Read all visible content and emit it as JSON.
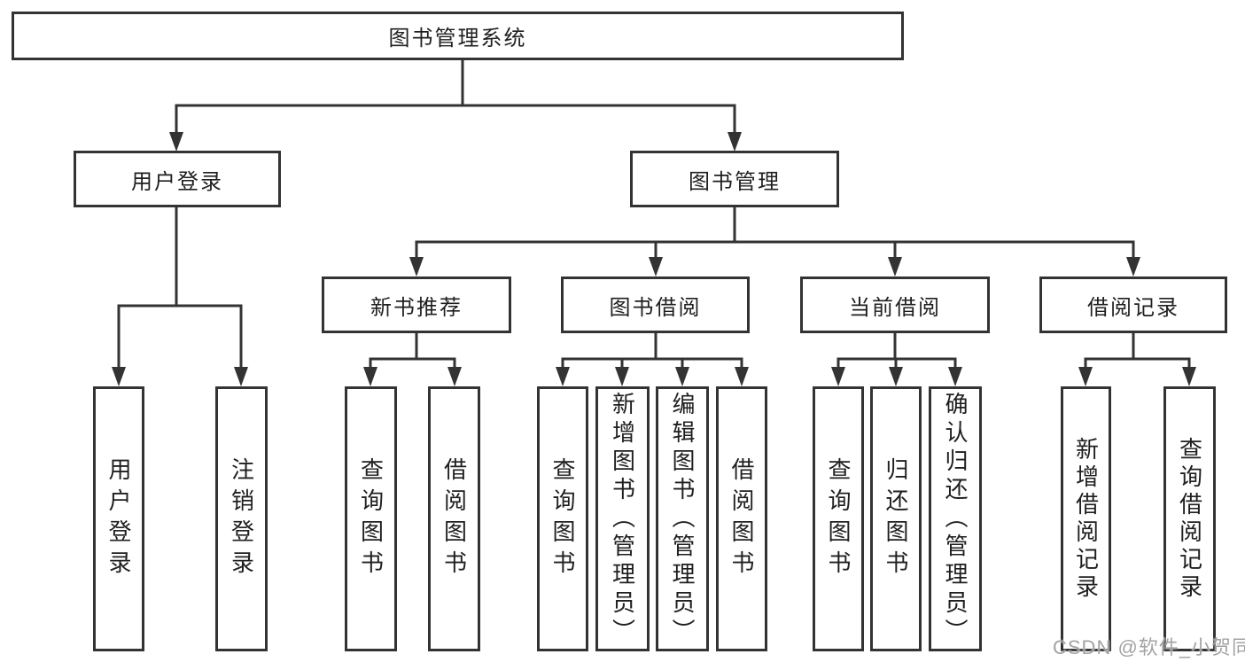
{
  "tree": {
    "root": {
      "label": "图书管理系统"
    },
    "children": [
      {
        "label": "用户登录",
        "children": [
          {
            "label": "用户登录"
          },
          {
            "label": "注销登录"
          }
        ]
      },
      {
        "label": "图书管理",
        "children": [
          {
            "label": "新书推荐",
            "children": [
              {
                "label": "查询图书"
              },
              {
                "label": "借阅图书"
              }
            ]
          },
          {
            "label": "图书借阅",
            "children": [
              {
                "label": "查询图书"
              },
              {
                "label": "新增图书（管理员）"
              },
              {
                "label": "编辑图书（管理员）"
              },
              {
                "label": "借阅图书"
              }
            ]
          },
          {
            "label": "当前借阅",
            "children": [
              {
                "label": "查询图书"
              },
              {
                "label": "归还图书"
              },
              {
                "label": "确认归还（管理员）"
              }
            ]
          },
          {
            "label": "借阅记录",
            "children": [
              {
                "label": "新增借阅记录"
              },
              {
                "label": "查询借阅记录"
              }
            ]
          }
        ]
      }
    ]
  },
  "watermark": {
    "text": "CSDN @软件_小贺同学"
  },
  "colors": {
    "line": "#333333",
    "box_border": "#333333",
    "box_fill": "#ffffff",
    "text": "#1f1f1f",
    "watermark": "#9e9e9e",
    "background": "#ffffff"
  }
}
